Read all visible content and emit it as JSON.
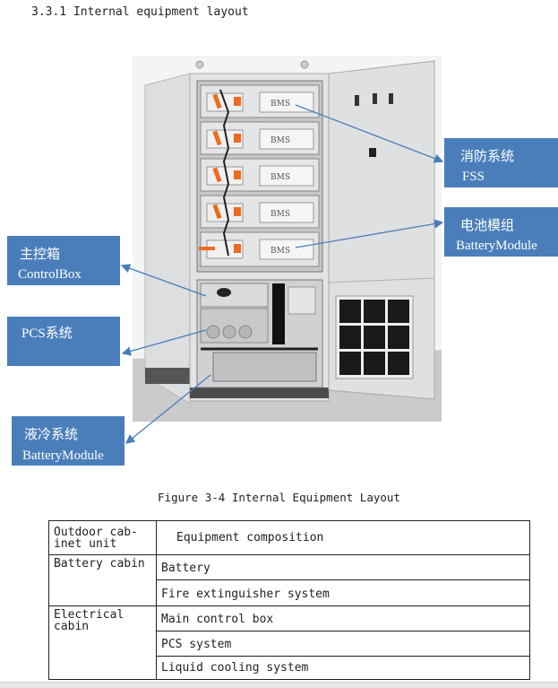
{
  "section_heading": "3.3.1 Internal equipment layout",
  "figure": {
    "caption": "Figure 3-4 Internal Equipment Layout",
    "bms_label": "BMS",
    "callouts": {
      "control_box": {
        "cn": "主控箱",
        "en": "ControlBox"
      },
      "pcs": {
        "cn": "PCS系统",
        "en": ""
      },
      "liquid_cooling": {
        "cn": "液冷系统",
        "en": "BatteryModule"
      },
      "fss": {
        "cn": "消防系统",
        "en": "FSS"
      },
      "battery_module": {
        "cn": "电池模组",
        "en": "BatteryModule"
      }
    },
    "callout_color": "#4a7ebb"
  },
  "table": {
    "header": {
      "col1": "Outdoor cab-\ninet unit",
      "col2": "Equipment composition"
    },
    "groups": [
      {
        "name": "Battery cabin",
        "items": [
          "Battery",
          "Fire extinguisher system"
        ]
      },
      {
        "name": "Electrical\ncabin",
        "items": [
          "Main control box",
          "PCS system",
          "Liquid cooling system"
        ]
      }
    ]
  }
}
